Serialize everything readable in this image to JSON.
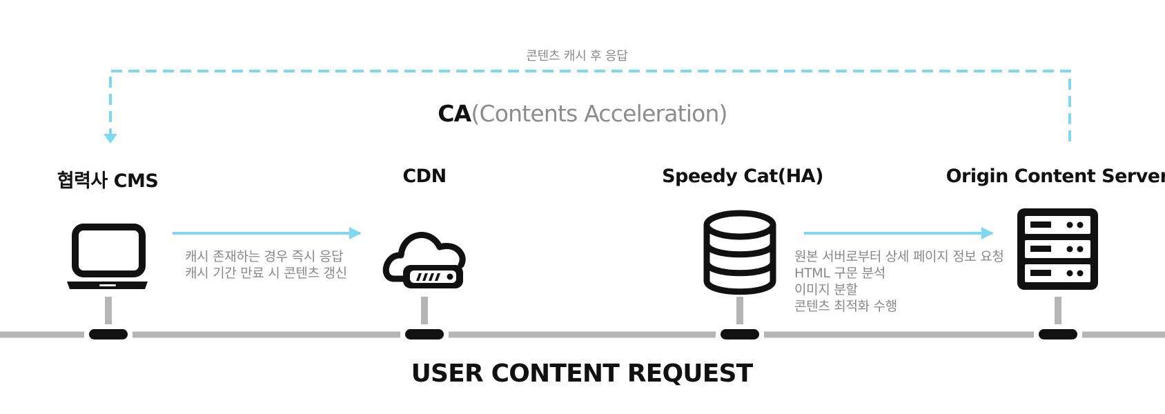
{
  "flow": {
    "caption": "콘텐츠 캐시 후 응답",
    "title_abbr": "CA",
    "title_full": "(Contents Acceleration)"
  },
  "nodes": [
    {
      "label": "협력사 CMS",
      "icon": "laptop-icon"
    },
    {
      "label": "CDN",
      "icon": "cloud-router-icon"
    },
    {
      "label": "Speedy Cat(HA)",
      "icon": "database-icon"
    },
    {
      "label": "Origin Content Server",
      "icon": "server-rack-icon"
    }
  ],
  "notes": {
    "cms_to_cdn": [
      "캐시 존재하는 경우 즉시 응답",
      "캐시 기간 만료 시 콘텐츠 갱신"
    ],
    "speedycat_to_origin": [
      "원본 서버로부터 상세 페이지 정보 요청",
      "HTML 구문 분석",
      "이미지 분할",
      "콘텐츠 최적화 수행"
    ]
  },
  "footer": "USER CONTENT REQUEST",
  "colors": {
    "arrow": "#7fd8ef",
    "network": "#b5b5b5",
    "icon": "#111111",
    "caption": "#888888"
  }
}
